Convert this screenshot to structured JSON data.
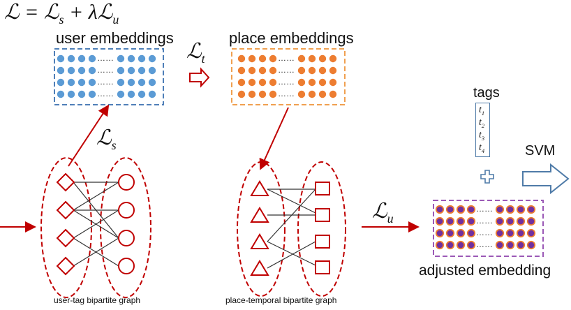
{
  "formula": "ℒ = ℒ_s + λℒ_u",
  "labels": {
    "user_embeddings": "user embeddings",
    "place_embeddings": "place embeddings",
    "tags": "tags",
    "svm": "SVM",
    "adjusted_embedding": "adjusted embedding",
    "user_tag_graph": "user-tag bipartite graph",
    "place_temporal_graph": "place-temporal bipartite graph"
  },
  "losses": {
    "L_t": "ℒ_t",
    "L_s": "ℒ_s",
    "L_u": "ℒ_u"
  },
  "tags": [
    "t_1",
    "t_2",
    "t_3",
    "t_4"
  ],
  "colors": {
    "user_dots": "#5b9bd5",
    "user_box": "#4f7fb8",
    "place_dots": "#ed7d31",
    "place_box": "#f0a050",
    "adjusted_dot": "#7030a0",
    "adjusted_dot_ring": "#ed7d31",
    "adjusted_box": "#9b59b6",
    "graph": "#c00000",
    "svm_arrow": "#4f7ba8"
  },
  "icons": [
    "hollow-right-arrow-icon",
    "plus-icon",
    "block-arrow-icon"
  ]
}
